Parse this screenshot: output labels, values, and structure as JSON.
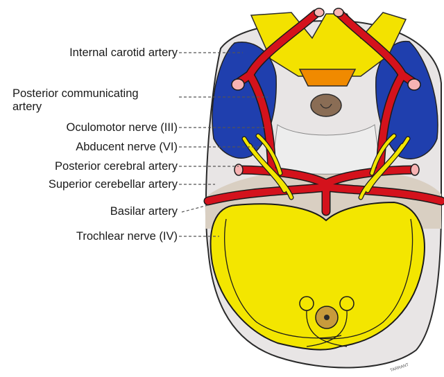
{
  "labels": {
    "internal_carotid": "Internal carotid artery",
    "posterior_communicating_line1": "Posterior communicating",
    "posterior_communicating_line2": "artery",
    "oculomotor": "Oculomotor nerve (III)",
    "abducent": "Abducent nerve (VI)",
    "posterior_cerebral": "Posterior cerebral artery",
    "superior_cerebellar": "Superior cerebellar artery",
    "basilar": "Basilar artery",
    "trochlear": "Trochlear nerve (IV)"
  },
  "signature": "TARRANT",
  "colors": {
    "artery": "#d4121c",
    "nerve": "#f2e200",
    "vein_sinus": "#1c3aa8",
    "brain_surface": "#e6e3e3",
    "brainstem": "#f1e400",
    "pituitary": "#f28c00",
    "leader_line": "#555555"
  }
}
